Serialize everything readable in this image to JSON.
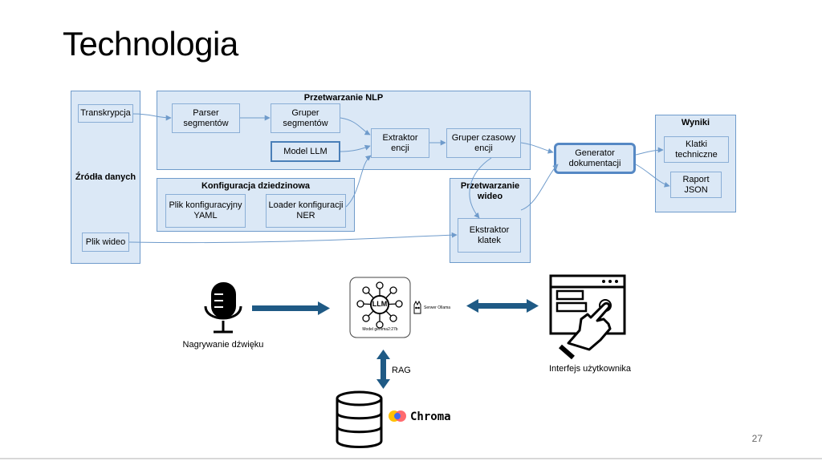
{
  "slide": {
    "title": "Technologia",
    "page_number": "27"
  },
  "diagram": {
    "sources": {
      "label": "Źródła danych",
      "transcription": "Transkrypcja",
      "video_file": "Plik wideo"
    },
    "nlp": {
      "title": "Przetwarzanie NLP",
      "parser": "Parser\nsegmentów",
      "grouper": "Gruper\nsegmentów",
      "model": "Model LLM",
      "extractor": "Extraktor\nencji",
      "time_grouper": "Gruper czasowy\nencji"
    },
    "config": {
      "title": "Konfiguracja dziedzinowa",
      "yaml": "Plik konfiguracyjny\nYAML",
      "loader": "Loader konfiguracji\nNER"
    },
    "video": {
      "title": "Przetwarzanie\nwideo",
      "frames": "Ekstraktor\nklatek"
    },
    "generator": "Generator\ndokumentacji",
    "results": {
      "title": "Wyniki",
      "frames": "Klatki\ntechniczne",
      "report": "Raport\nJSON"
    }
  },
  "architecture": {
    "audio_label": "Nagrywanie dźwięku",
    "llm_text": "LLM",
    "model_label": "Model gemma2:27b",
    "server_label": "Serwer Ollama",
    "rag_label": "RAG",
    "ui_label": "Interfejs użytkownika",
    "chroma_label": "Chroma"
  },
  "colors": {
    "box_fill": "#dbe8f6",
    "box_border": "#6f9bcb",
    "arrow_dark": "#1f5a85",
    "chroma_red": "#ff5a5f",
    "chroma_yellow": "#ffc000",
    "chroma_blue": "#2b6cff"
  }
}
